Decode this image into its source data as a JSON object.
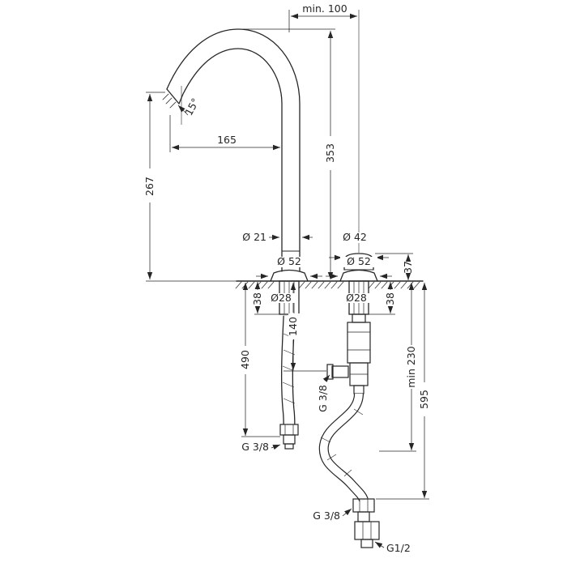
{
  "page": {
    "background": "#ffffff",
    "line_color": "#262626"
  },
  "drawing": {
    "subject": "faucet-technical-dimension-drawing"
  },
  "dimensions": {
    "top_width": "min. 100",
    "spout_angle": "15°",
    "spout_reach": "165",
    "outlet_height": "267",
    "spout_height": "353",
    "spout_diameter": "Ø 21",
    "handle_diameter": "Ø 42",
    "base_diameter_left": "Ø 52",
    "base_diameter_right": "Ø 52",
    "base_height": "37",
    "shank_diameter_left": "Ø28",
    "shank_diameter_right": "Ø28",
    "shank_length_left": "38",
    "shank_length_right": "38",
    "port_height": "140",
    "hose_length_left": "490",
    "min_clearance": "min 230",
    "hose_length_right": "595",
    "connection_left": "G 3/8",
    "connection_side": "G 3/8",
    "connection_bottom": "G 3/8",
    "connection_outlet": "G1/2"
  }
}
